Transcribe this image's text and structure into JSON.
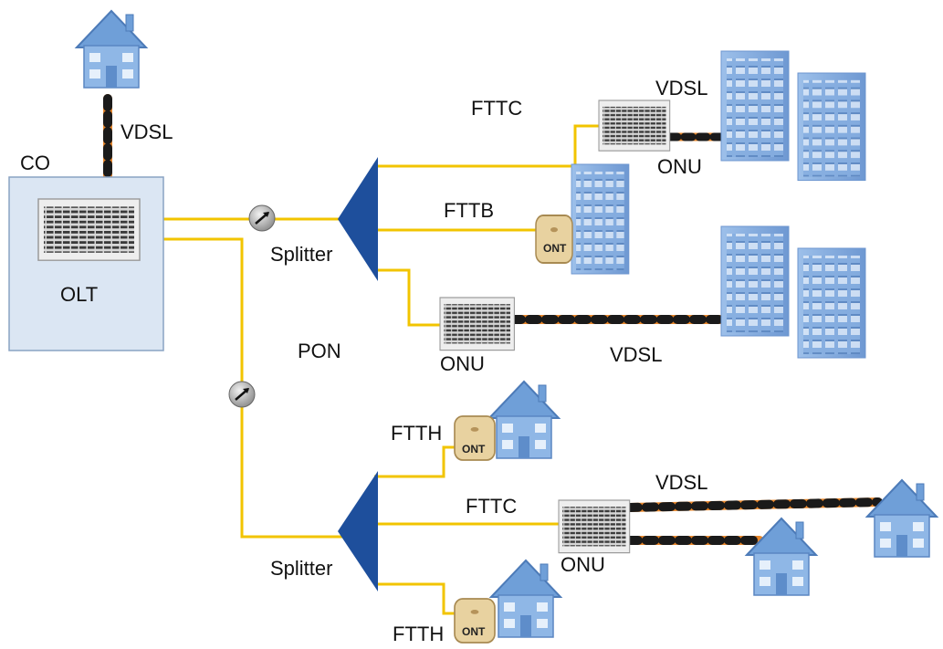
{
  "colors": {
    "fiber": "#f2c400",
    "splitter": "#1e4f9c",
    "building": "#7aa6dc",
    "co_box": "#dbe6f3",
    "copper_orange": "#e8862a",
    "copper_black": "#1a1a1a",
    "ont_fill": "#e6cf9b"
  },
  "labels": {
    "co": "CO",
    "olt": "OLT",
    "vdsl_top": "VDSL",
    "fttc_top": "FTTC",
    "vdsl_upper_right": "VDSL",
    "onu_top": "ONU",
    "fttb": "FTTB",
    "splitter_upper": "Splitter",
    "pon": "PON",
    "onu_mid": "ONU",
    "vdsl_mid": "VDSL",
    "ftth_upper": "FTTH",
    "vdsl_lower": "VDSL",
    "fttc_lower": "FTTC",
    "splitter_lower": "Splitter",
    "onu_lower": "ONU",
    "ftth_lower": "FTTH",
    "ont_mid": "ONT",
    "ont_upper": "ONT",
    "ont_lower": "ONT"
  },
  "icons": [
    "house-icon",
    "office-building-icon",
    "olt-rack-icon",
    "onu-rack-icon",
    "ont-box-icon",
    "splitter-icon",
    "optical-coupler-icon",
    "copper-pair-cable"
  ]
}
